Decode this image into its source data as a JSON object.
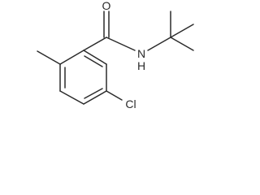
{
  "molecule": {
    "atoms": {
      "oxygen": "O",
      "amide_nitrogen": "N",
      "amide_hydrogen": "H",
      "chlorine": "Cl"
    },
    "colors": {
      "bond": "#2b2b2b",
      "label": "#2b2b2b",
      "background": "#ffffff"
    }
  }
}
